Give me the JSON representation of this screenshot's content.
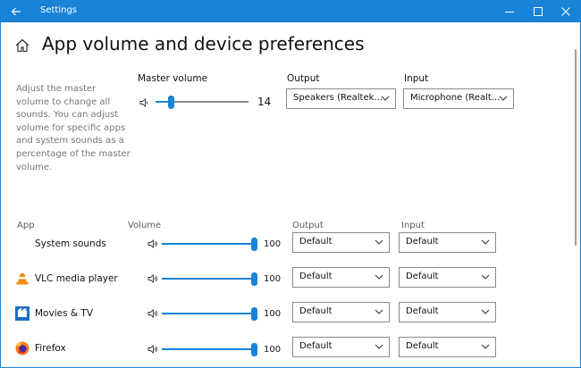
{
  "window": {
    "title": "Settings"
  },
  "page": {
    "title": "App volume and device preferences",
    "description": "Adjust the master volume to change all sounds. You can adjust volume for specific apps and system sounds as a percentage of the master volume."
  },
  "master": {
    "label": "Master volume",
    "value": "14",
    "level_percent": 14,
    "output_label": "Output",
    "output_value": "Speakers (Realtek...",
    "input_label": "Input",
    "input_value": "Microphone (Realt..."
  },
  "columns": {
    "app": "App",
    "volume": "Volume",
    "output": "Output",
    "input": "Input"
  },
  "apps": [
    {
      "name": "System sounds",
      "volume": "100",
      "level_percent": 100,
      "output": "Default",
      "input": "Default",
      "icon": "none"
    },
    {
      "name": "VLC media player",
      "volume": "100",
      "level_percent": 100,
      "output": "Default",
      "input": "Default",
      "icon": "vlc-cone-icon"
    },
    {
      "name": "Movies & TV",
      "volume": "100",
      "level_percent": 100,
      "output": "Default",
      "input": "Default",
      "icon": "movies-tv-icon"
    },
    {
      "name": "Firefox",
      "volume": "100",
      "level_percent": 100,
      "output": "Default",
      "input": "Default",
      "icon": "firefox-icon"
    }
  ],
  "colors": {
    "accent": "#1883d7",
    "text_secondary": "#767676"
  }
}
